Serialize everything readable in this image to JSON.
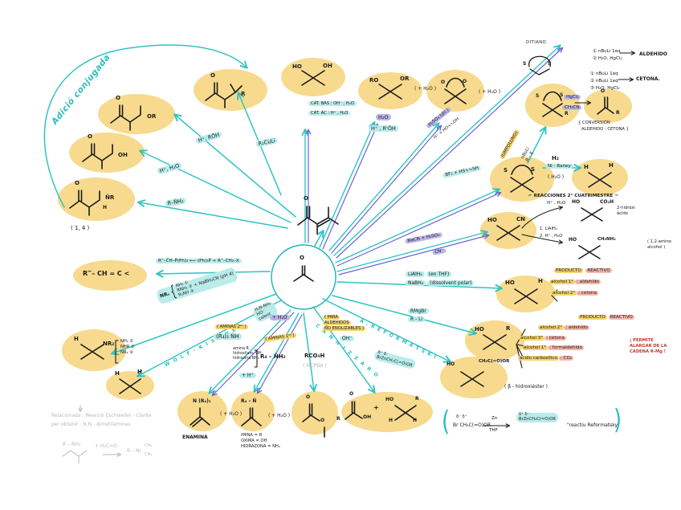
{
  "conj": {
    "script": "Adició conjugada",
    "one_four": "( 1, 4 )",
    "h_roh": "H⁺, RÖH",
    "r2culi": "R₂CuLi",
    "h_h2o": "H⁺, H₂O",
    "rnh2": "R–N̈H₂"
  },
  "top": {
    "cat_bas": "CAT. BÀS :  OH⁻ , H₂O",
    "cat_ac": "CAT. ÀC :  H⁺ , H₂O",
    "h2o": "H₂O",
    "h_rpoh": "H⁺ , R'ÖH",
    "plus_h2o": "( + H₂O )",
    "h2so4": "H₂SO₄ (dil.)",
    "h_glycol": "H⁺ + HO∿∿OH",
    "bf3": "BF₃ + HS∿∿SH"
  },
  "dit": {
    "name": "DITIANO",
    "a1": "① nBuLi 1eq",
    "a2": "② H₂O, HgCl₂",
    "a_res": "ALDEHIDO",
    "b1": "① nBuLi 1eq",
    "b2": "② nBuLi 1eq",
    "b3": "③ H₂O, HgCl₂",
    "b_res": "CETONA.",
    "umpolung": "(UMPOLUNG)",
    "nbuli": "nBuLi",
    "rx": "R - X",
    "hgcl2": "HgCl₂",
    "ch3cn": "CH₃CN",
    "conv1": "{ CONVERSIÓN",
    "conv2": "ALDEHIDO - CETONA }",
    "h2": "H₂",
    "ni_raney": "Ni - Raney",
    "h2o": "( H₂O )"
  },
  "cyano": {
    "nacn": "NaCN + H₂SO₄",
    "cn": "CN⁻",
    "header": "⌐ REACCIONES 2° CUATRIMESTRE ¬",
    "h_h2o": "H⁺ , H₂O",
    "li1": "1. LiAlH₄",
    "li2": "2. H⁺ , H₂O",
    "note1a": "2-hidroxi",
    "note1b": "ácido",
    "note2a": "( 1,2-amino",
    "note2b": "alcohol )"
  },
  "hydride": {
    "lialh4": "LiAlH₄",
    "thf": "(en THF)",
    "nabh4": "NaBH₄",
    "polar": "(dissolvent polar)",
    "producto": "PRODUCTO",
    "reactivo": "REACTIVO",
    "r1a": "alcohol 1°",
    "r1b": ": aldehído",
    "r2a": "alcohol 2°",
    "r2b": ": cetona"
  },
  "grignard": {
    "rmgbr": "RMgBr",
    "rli": "R - Li",
    "producto": "PRODUCTO",
    "reactivo": "REACTIVO",
    "r1a": "alcohol 2°",
    "r1b": ": aldehído",
    "r2a": "alcohol 3°",
    "r2b": ": cetona",
    "r3a": "alcohol 1°",
    "r3b": ": formaldehído",
    "r4a": "ácido carboxílico",
    "r4b": ": CO₂",
    "note1": "¡ PERMITE",
    "note2": "ALARGAR DE LA",
    "note3": "CADENA  R-Mg !"
  },
  "reform": {
    "name": "A .  R E F O R M A T S K I",
    "delta": "δ⁺   δ⁻",
    "reagent": "BrZnCH₂C(=O)OR",
    "beta": "( β - hidroxiéster )",
    "eq_d1": "δ⁻   δ⁺",
    "eq_left": "Br CH₂C(=O)OR",
    "zn": "Zn",
    "thf": "THF",
    "eq_d2": "δ⁺   δ⁻",
    "eq_right": "BrZnCH₂C(=O)OR",
    "eq_name": "\"reactiu Reformatsky\"",
    "paren_l": "(",
    "paren_r": ")"
  },
  "cannizzaro": {
    "name": "C A N N I Z Z A R O",
    "note1": "( PARA",
    "note2": "ALDEHIDOS",
    "note3": "NO ENOLIZABLES )",
    "oh": "OH⁻"
  },
  "bv": {
    "rco3h": "RCO₃H",
    "mcpba": "( MCPBA )"
  },
  "wittig": {
    "eq": "R‴–C̄H–P̈(Ph)₃  ⟵  (Ph)₃P̈  +  R‴–CH₂–X",
    "prod": "R‴– CH = C <"
  },
  "amination": {
    "nrx": "NRₓ",
    "l1": "NH₃ ①",
    "l2": "RNH₂ ②",
    "l3": "R₂NH ③",
    "tail": "+ NaBH₃CN (pH 4)",
    "p1": "NH₂ ①",
    "p2": "NHR ②",
    "p3": "NR₂ ③"
  },
  "wolf": {
    "name": "W O L F - K I S H N E R",
    "c1": "H₂N-NH₂",
    "c2": "HO⁻",
    "c3": "calent"
  },
  "amines": {
    "sec": "( AMINAS 2ᵃˢ )",
    "sec_reag": "(R₄)₂ N̈H",
    "plus_h": "+ H⁺",
    "plus_h2o": "+ H₂O",
    "prim": "( AMINAS 1ᵃˢ )",
    "prim_reag": "R₄ – N̈H₂",
    "k1": "amina  R",
    "k2": "hidroxilam.  OH",
    "k3": "hidrazina  NH₂",
    "enamina": "ENAMINA",
    "en_n": "N (R₄)₂",
    "plus_h2o_en": "( + H₂O )",
    "im_n": "R₄ – N̈",
    "plus_h2o_im": "( + H₂O )",
    "im1": "IMINA = R",
    "im2": "OXIMA = OH",
    "im3": "HIDRAZONA = NH₂"
  },
  "gray": {
    "l1": "Relacionada :  Reacció  Eschweiler - Clarke",
    "l2": "per  obtenir :   N,N - dimetilamines",
    "f1": "R – N̈H₂",
    "f2": "+  H₂C=O",
    "f3": "R – N⟨",
    "f4": "CH₃",
    "f5": "CH₃"
  },
  "atoms": {
    "O": "O",
    "HO": "HO",
    "OH": "OH",
    "OR": "OR",
    "RO": "RO",
    "S": "S",
    "R": "R",
    "H": "H",
    "CN": "CN",
    "CO2H": "CO₂H",
    "CH2NH2": "CH₂NH₂",
    "NR": "N̈R",
    "NR2": "NR₂",
    "CH2COOR": "CH₂C(=O)OR",
    "plus": "+"
  }
}
